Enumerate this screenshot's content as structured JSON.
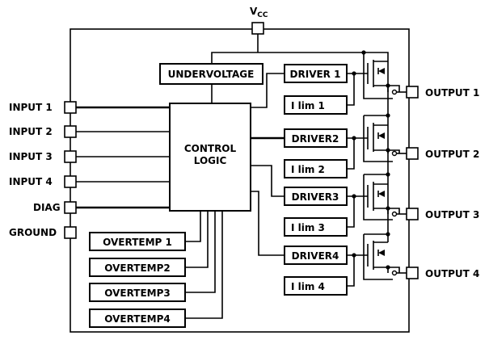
{
  "vcc": {
    "main": "V",
    "sub": "CC"
  },
  "undervoltage": "UNDERVOLTAGE",
  "control_logic": {
    "line1": "CONTROL",
    "line2": "LOGIC"
  },
  "inputs": [
    "INPUT 1",
    "INPUT 2",
    "INPUT 3",
    "INPUT 4",
    "DIAG",
    "GROUND"
  ],
  "overtemps": [
    "OVERTEMP 1",
    "OVERTEMP2",
    "OVERTEMP3",
    "OVERTEMP4"
  ],
  "drivers": [
    "DRIVER 1",
    "DRIVER2",
    "DRIVER3",
    "DRIVER4"
  ],
  "ilims": [
    "I lim 1",
    "I lim 2",
    "I lim 3",
    "I lim 4"
  ],
  "outputs": [
    "OUTPUT 1",
    "OUTPUT 2",
    "OUTPUT 3",
    "OUTPUT 4"
  ]
}
